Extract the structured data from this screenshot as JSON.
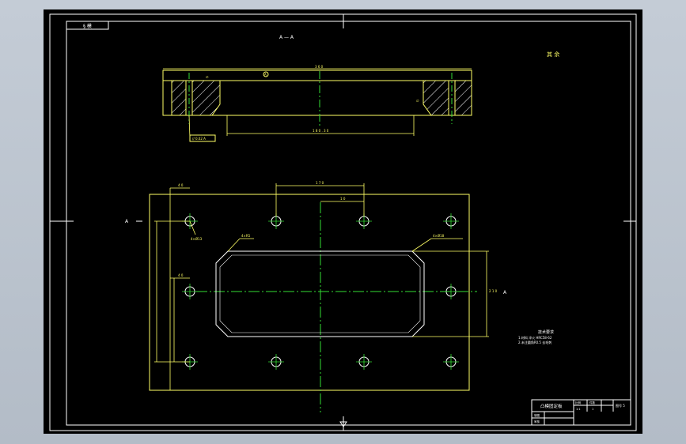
{
  "viewport": {
    "background": "#000000"
  },
  "colors": {
    "frame": "#ffffff",
    "outline": "#ffff66",
    "centerline": "#33dd33",
    "hatch": "#ffffff",
    "dimension": "#ffff66"
  },
  "title_tab": "§ 模",
  "section_label": "A — A",
  "annotation_corner": "其 余",
  "view_marker_left": "A",
  "view_marker_right": "A",
  "top_view": {
    "overall_dim": "3 6 0",
    "inner_dim": "1 8 0 . 3 0",
    "tolerance_label": "// 0.02 A",
    "section_marker": "A"
  },
  "plan_view": {
    "top_dim": "1 7 0",
    "pitch_dim": "1 0",
    "left_dim_top": "4 0",
    "left_dim_mid": "4 0",
    "chamfer_note": "4×R5",
    "slot_note": "4×Ø18",
    "hole_note_left": "4×Ø13",
    "right_dim": "2 1 0"
  },
  "tech_requirements": {
    "heading": "技术要求",
    "line1": "1.材料 淬火 HRC58-62",
    "line2": "2.未注圆角R0.5 去毛刺"
  },
  "title_block": {
    "part_name": "凸模固定板",
    "scale_label": "比例",
    "scale_value": "1:1",
    "qty_label": "件数",
    "qty_value": "1",
    "drawing_no": "图号 5",
    "drawn_label": "制图",
    "check_label": "审核"
  }
}
